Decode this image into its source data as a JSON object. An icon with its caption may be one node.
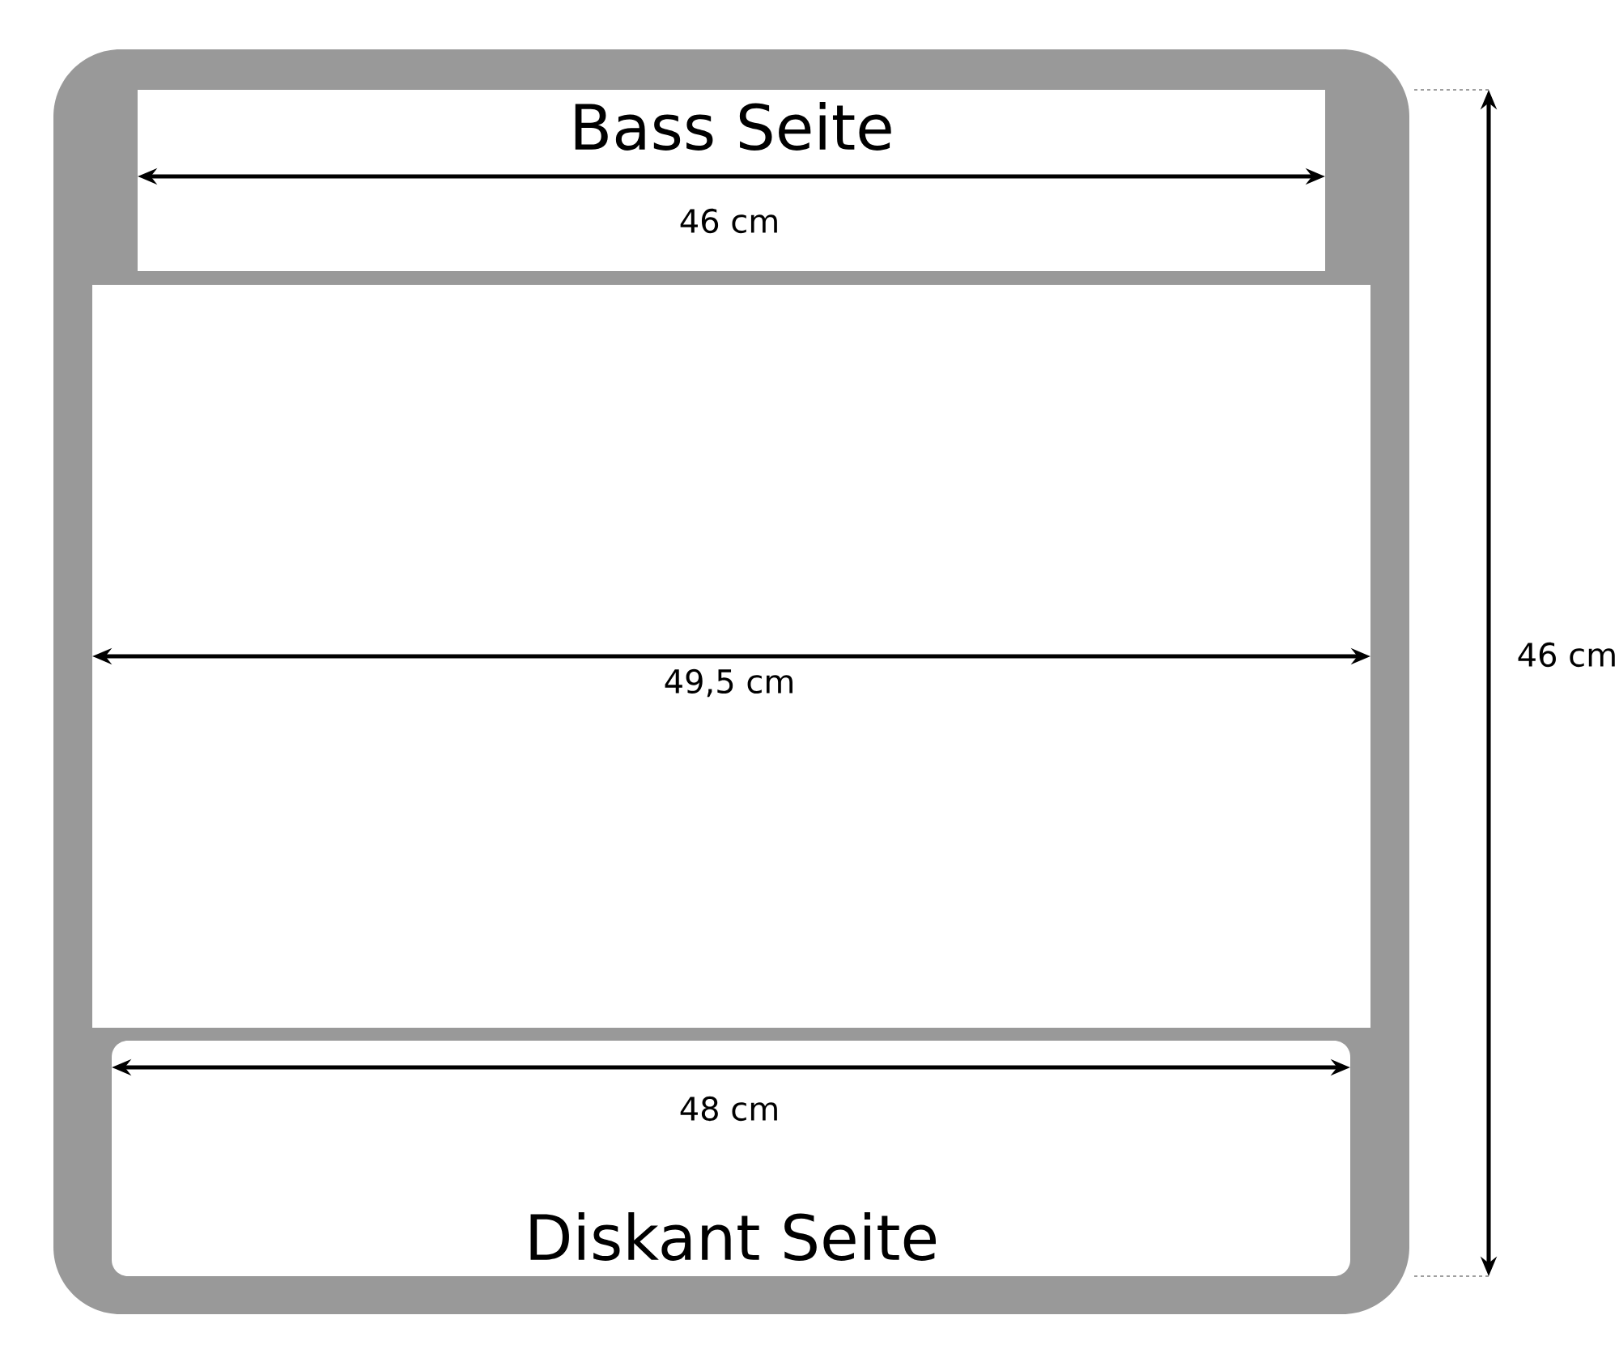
{
  "diagram": {
    "nodes": [
      {
        "text": [
          "Bass Seite"
        ]
      },
      {
        "text": [
          "Diskant Seite"
        ]
      }
    ],
    "labels": [
      "46 cm",
      "49,5 cm",
      "48 cm",
      "46 cm"
    ]
  }
}
